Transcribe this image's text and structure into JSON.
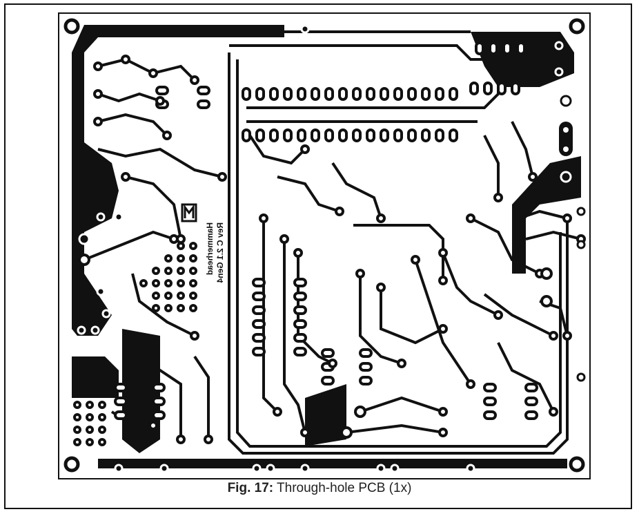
{
  "caption": {
    "label": "Fig. 17:",
    "text": "Through-hole PCB (1x)"
  },
  "board": {
    "silkscreen_text": [
      "Hammerhead",
      "Rev C 2.1 Gen4"
    ],
    "logo_icon": "elektor-logo-icon",
    "colors": {
      "copper": "#111111",
      "substrate": "#ffffff",
      "outline": "#111111"
    }
  }
}
